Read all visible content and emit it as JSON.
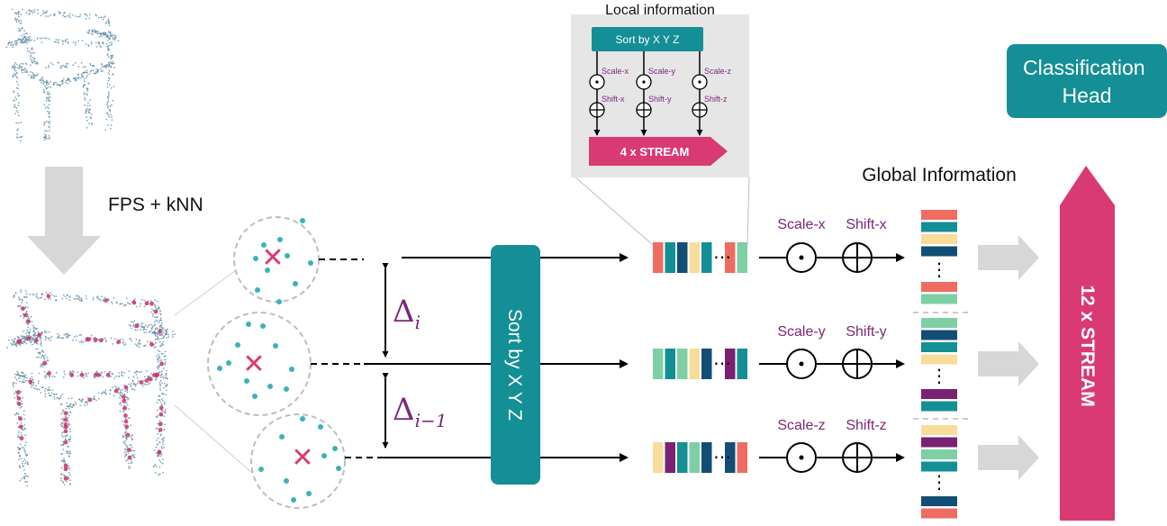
{
  "fps_label": "FPS + kNN",
  "delta_i": "Δ",
  "delta_i_sub": "i",
  "delta_im1": "Δ",
  "delta_im1_sub": "i−1",
  "sort_main": "Sort by X Y Z",
  "local": {
    "title": "Local information",
    "sort_label": "Sort by X Y Z",
    "scale_x": "Scale-x",
    "scale_y": "Scale-y",
    "scale_z": "Scale-z",
    "shift_x": "Shift-x",
    "shift_y": "Shift-y",
    "shift_z": "Shift-z",
    "stream": "4 x STREAM"
  },
  "global_title": "Global Information",
  "branches": [
    {
      "scale": "Scale-x",
      "shift": "Shift-x"
    },
    {
      "scale": "Scale-y",
      "shift": "Shift-y"
    },
    {
      "scale": "Scale-z",
      "shift": "Shift-z"
    }
  ],
  "stream12": "12 x STREAM",
  "head": "Classification Head",
  "dots": "⋯",
  "vdots": "⋮",
  "colors": {
    "teal": "#148f95",
    "pink": "#d93a74",
    "purple": "#7a2878",
    "salmon": "#ef6c63",
    "sand": "#f8dc9a",
    "mint": "#7fcfa4",
    "navy": "#124e74",
    "plum": "#7a2172",
    "gray_arrow": "#d7d7d7"
  }
}
